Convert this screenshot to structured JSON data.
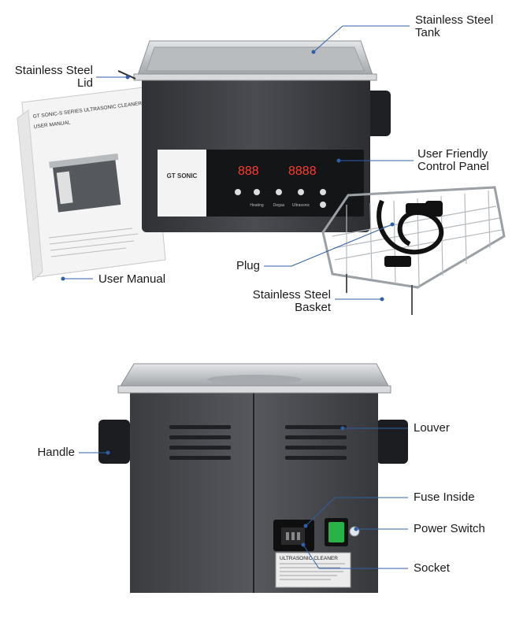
{
  "callouts": {
    "tank": [
      "Stainless Steel",
      "Tank"
    ],
    "lid": [
      "Stainless Steel",
      "Lid"
    ],
    "control_panel": [
      "User Friendly",
      "Control Panel"
    ],
    "user_manual": "User Manual",
    "plug": "Plug",
    "basket": [
      "Stainless Steel",
      "Basket"
    ],
    "louver": "Louver",
    "handle": "Handle",
    "fuse": "Fuse Inside",
    "power_switch": "Power Switch",
    "socket": "Socket"
  },
  "manual": {
    "title_line1": "GT SONIC-S SERIES ULTRASONIC CLEANER",
    "title_line2": "USER MANUAL"
  },
  "panel": {
    "brand": "GT SONIC",
    "display_left": "888",
    "display_right": "8888",
    "buttons": [
      "Heating",
      "Degas",
      "Ultrasonic"
    ]
  },
  "nameplate": {
    "title": "ULTRASONIC CLEANER"
  },
  "colors": {
    "body": "#3f4146",
    "steel": "#cfd2d5",
    "callout_line": "#2f5fa8",
    "switch_green": "#27b348"
  }
}
